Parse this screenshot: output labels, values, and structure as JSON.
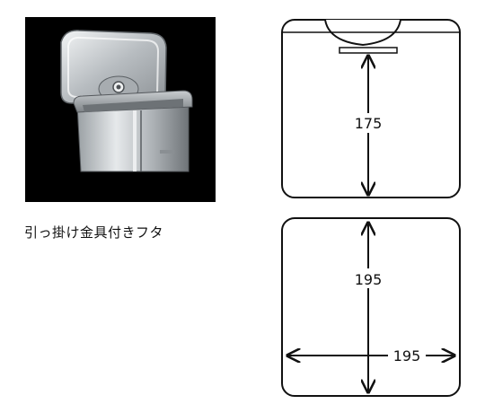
{
  "product": {
    "caption": "引っ掛け金具付きフタ"
  },
  "drawing": {
    "side_view": {
      "height_label": "175"
    },
    "top_view": {
      "depth_label": "195",
      "width_label": "195"
    }
  },
  "colors": {
    "line": "#111111",
    "photo_bg": "#000000",
    "steel_light": "#d9dde0",
    "steel_dark": "#7b8084"
  }
}
